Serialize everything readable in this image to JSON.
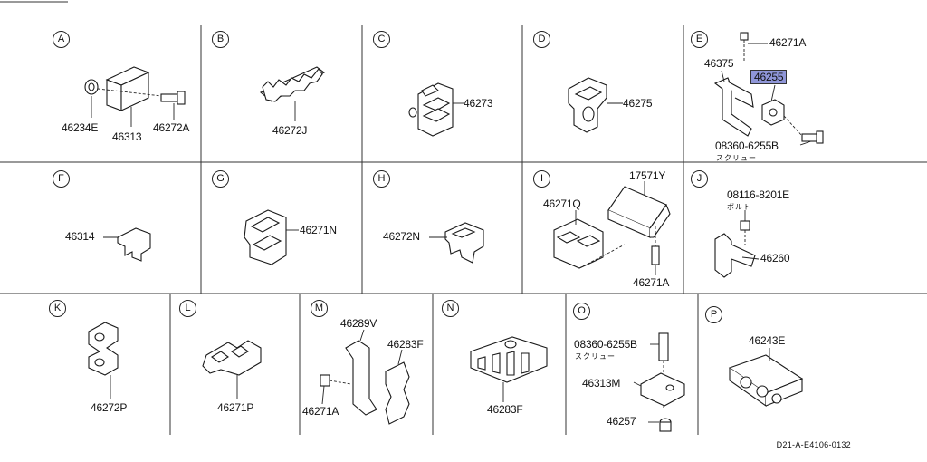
{
  "diagram_code": "D21-A-E4106-0132",
  "sections": [
    {
      "letter": "A",
      "parts": [
        "46234E",
        "46313",
        "46272A"
      ]
    },
    {
      "letter": "B",
      "parts": [
        "46272J"
      ]
    },
    {
      "letter": "C",
      "parts": [
        "46273"
      ]
    },
    {
      "letter": "D",
      "parts": [
        "46275"
      ]
    },
    {
      "letter": "E",
      "parts": [
        "46271A",
        "46375",
        "46255",
        "08360-6255B"
      ],
      "jp": "スクリュー",
      "highlight": "46255"
    },
    {
      "letter": "F",
      "parts": [
        "46314"
      ]
    },
    {
      "letter": "G",
      "parts": [
        "46271N"
      ]
    },
    {
      "letter": "H",
      "parts": [
        "46272N"
      ]
    },
    {
      "letter": "I",
      "parts": [
        "17571Y",
        "46271Q",
        "46271A"
      ]
    },
    {
      "letter": "J",
      "parts": [
        "08116-8201E",
        "46260"
      ],
      "jp": "ボルト"
    },
    {
      "letter": "K",
      "parts": [
        "46272P"
      ]
    },
    {
      "letter": "L",
      "parts": [
        "46271P"
      ]
    },
    {
      "letter": "M",
      "parts": [
        "46289V",
        "46283F",
        "46271A"
      ]
    },
    {
      "letter": "N",
      "parts": [
        "46283F"
      ]
    },
    {
      "letter": "O",
      "parts": [
        "08360-6255B",
        "46313M",
        "46257"
      ],
      "jp": "スクリュー"
    },
    {
      "letter": "P",
      "parts": [
        "46243E"
      ]
    }
  ]
}
